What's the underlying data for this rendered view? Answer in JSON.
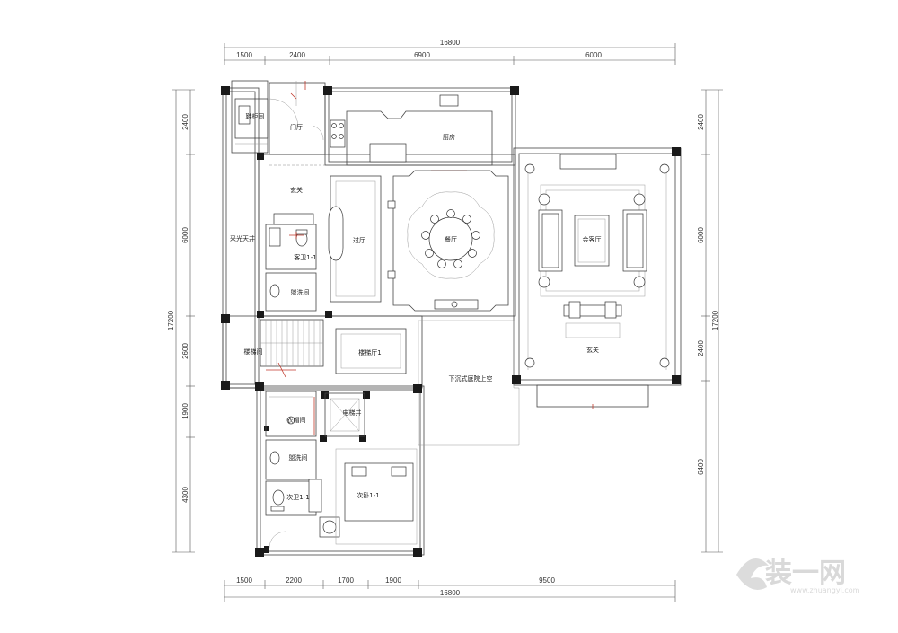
{
  "dimensions": {
    "top_total": "16800",
    "top_segments": [
      "1500",
      "2400",
      "6900",
      "6000"
    ],
    "bottom_total": "16800",
    "bottom_segments": [
      "1500",
      "2200",
      "1700",
      "1900",
      "9500"
    ],
    "left_total": "17200",
    "left_segments": [
      "2400",
      "6000",
      "2600",
      "1900",
      "4300"
    ],
    "right_total": "17200",
    "right_segments": [
      "2400",
      "6000",
      "2400",
      "6400"
    ]
  },
  "rooms": {
    "storage_top": "鞋柜间",
    "entry_hall": "门厅",
    "kitchen": "厨房",
    "foyer": "玄关",
    "skylight": "采光天井",
    "corridor": "过厅",
    "dining": "餐厅",
    "living": "会客厅",
    "guest_bath": "客卫1-1",
    "laundry": "盥洗间",
    "stair_room": "楼梯间",
    "stair_hall": "楼梯厅1",
    "sunken_garden": "下沉式庭院上空",
    "foyer_east": "玄关",
    "wardrobe": "衣帽间",
    "elevator": "电梯井",
    "washroom": "盥洗间",
    "second_bath": "次卫1-1",
    "second_bed": "次卧1-1"
  },
  "watermark": {
    "brand": "装一网",
    "url": "www.zhuangyi.com"
  }
}
